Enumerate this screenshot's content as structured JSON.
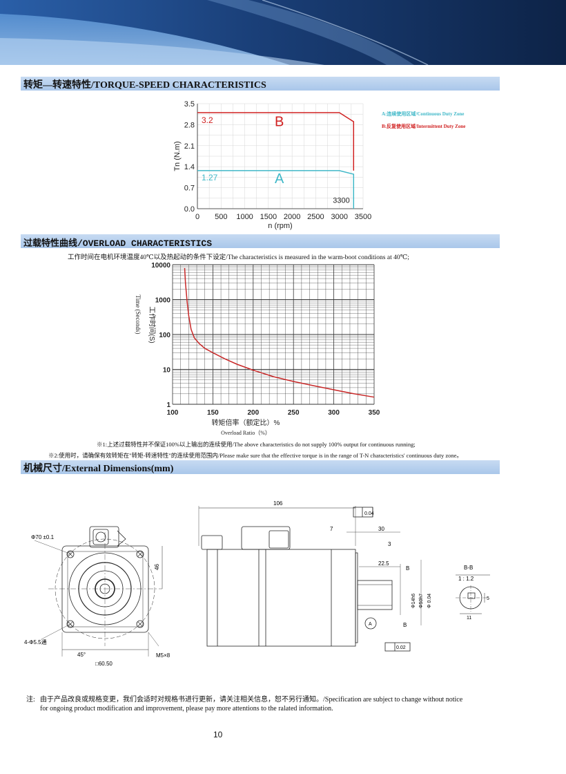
{
  "colors": {
    "banner_dark": "#0f2b55",
    "banner_light": "#3f7ac4",
    "section_bar": "#b5cff0",
    "zone_b": "#d02020",
    "zone_a": "#40b8c8",
    "overload_curve": "#c82828"
  },
  "sections": {
    "torque": "转矩—转速特性/TORQUE-SPEED CHARACTERISTICS",
    "overload": "过载特性曲线/OVERLOAD CHARACTERISTICS",
    "dimensions": "机械尺寸/External Dimensions(mm)"
  },
  "torque_legend": {
    "a": "A:连续使用区域/Continuous Duty Zone",
    "b": "B:反复使用区域/Intermittent Duty Zone"
  },
  "overload_condition": "工作时间在电机环境温度40℃以及热起动的条件下设定/The characteristics is measured in the warm-boot conditions at 40℃;",
  "overload_notes": [
    "※1:上述过载特性并不保证100%以上输出的连续使用/The above characteristics do not supply 100% output for continuous running;",
    "※2:使用时，请确保有效转矩在\"转矩-转速特性\"的连续使用范围内/Please make sure that the effective torque is in the range of T-N characteristics' continuous duty zone。"
  ],
  "chart_data": [
    {
      "type": "line",
      "title": "",
      "xlabel": "n (rpm)",
      "ylabel": "Tn (N.m)",
      "xlim": [
        0,
        3500
      ],
      "ylim": [
        0,
        3.5
      ],
      "xticks": [
        "0",
        "500",
        "1000",
        "1500",
        "2000",
        "2500",
        "3000",
        "3500"
      ],
      "yticks": [
        "0.0",
        "0.7",
        "1.4",
        "2.1",
        "2.8",
        "3.5"
      ],
      "grid": true,
      "series": [
        {
          "name": "B",
          "label": "3.2",
          "color": "#d02020",
          "x": [
            0,
            3000,
            3300,
            3300
          ],
          "y": [
            3.2,
            3.2,
            2.9,
            1.27
          ]
        },
        {
          "name": "A",
          "label": "1.27",
          "color": "#40b8c8",
          "x": [
            0,
            3000,
            3300,
            3300
          ],
          "y": [
            1.27,
            1.27,
            1.15,
            0
          ]
        }
      ],
      "annotations": [
        "3300"
      ]
    },
    {
      "type": "line",
      "title": "",
      "xlabel": "转矩倍率（额定比）%",
      "xlabel_en": "Overload Ratio（%）",
      "ylabel": "工作时间(S)",
      "ylabel_en": "Time (Seconds)",
      "xlim": [
        100,
        350
      ],
      "ylim": [
        1,
        10000
      ],
      "yscale": "log",
      "xticks": [
        "100",
        "150",
        "200",
        "250",
        "300",
        "350"
      ],
      "yticks": [
        "1",
        "10",
        "100",
        "1000",
        "10000"
      ],
      "grid": true,
      "series": [
        {
          "color": "#c82828",
          "x": [
            115,
            116,
            118,
            120,
            123,
            127,
            133,
            140,
            150,
            165,
            180,
            200,
            225,
            250,
            275,
            300,
            325,
            350
          ],
          "y": [
            8000,
            3000,
            900,
            350,
            140,
            80,
            55,
            40,
            30,
            20,
            14,
            9.5,
            6.2,
            4.5,
            3.4,
            2.6,
            2.0,
            1.6
          ]
        }
      ]
    }
  ],
  "dimensions": {
    "front": {
      "flange_dia": "Φ70 ±0.1",
      "height_46": "46",
      "holes": "4-Φ5.5通",
      "angle": "45°",
      "square": "□60.50",
      "thread": "M5×8"
    },
    "side": {
      "length_106": "106",
      "d7": "7",
      "d30": "30",
      "d3": "3",
      "d22_5": "22.5",
      "shaft_dia": "Φ14h6",
      "pilot_dia": "Φ50h7",
      "runout": "Φ 0.04",
      "perp_tol": "0.04",
      "datum": "A",
      "flat_tol": "0.02",
      "section": "B"
    },
    "section_bb": {
      "title": "B-B",
      "scale": "1 : 1.2",
      "d5": "5",
      "d11": "11"
    }
  },
  "footer": {
    "label": "注:",
    "line1": "由于产品改良或规格变更，我们会适时对规格书进行更新，请关注相关信息，恕不另行通知。/Specification are subject to change without notice",
    "line2": "for ongoing product modification and improvement, please pay more attentions to the ralated information."
  },
  "page_number": "10"
}
